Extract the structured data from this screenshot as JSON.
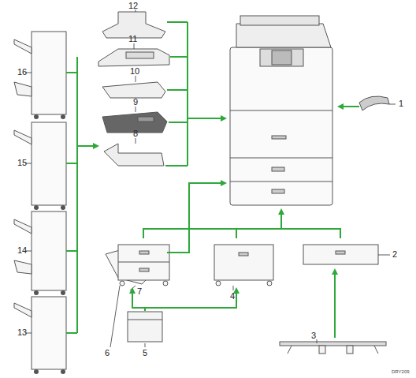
{
  "diagram": {
    "labels": [
      "1",
      "2",
      "3",
      "4",
      "5",
      "6",
      "7",
      "8",
      "9",
      "10",
      "11",
      "12",
      "13",
      "14",
      "15",
      "16",
      "DRY209"
    ]
  }
}
